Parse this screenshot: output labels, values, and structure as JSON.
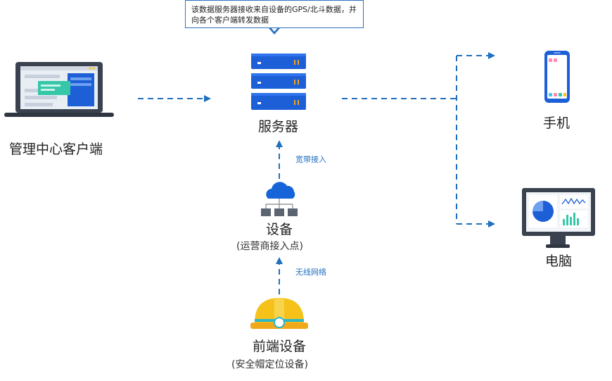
{
  "callout": {
    "text": "该数据服务器接收来自设备的GPS/北斗数据，并向各个客户端转发数据"
  },
  "nodes": {
    "admin_client": {
      "label": "管理中心客户端"
    },
    "server": {
      "label": "服务器"
    },
    "phone": {
      "label": "手机"
    },
    "computer": {
      "label": "电脑"
    },
    "device": {
      "label": "设备",
      "sublabel": "(运营商接入点)"
    },
    "front_device": {
      "label": "前端设备",
      "sublabel": "(安全帽定位设备)"
    }
  },
  "edges": {
    "broadband": {
      "label": "宽带接入"
    },
    "wireless": {
      "label": "无线网络"
    }
  },
  "colors": {
    "arrow": "#1f6fbf",
    "server": "#1d5fd6",
    "helmet": "#f6c21a",
    "cloud": "#1565d8"
  }
}
